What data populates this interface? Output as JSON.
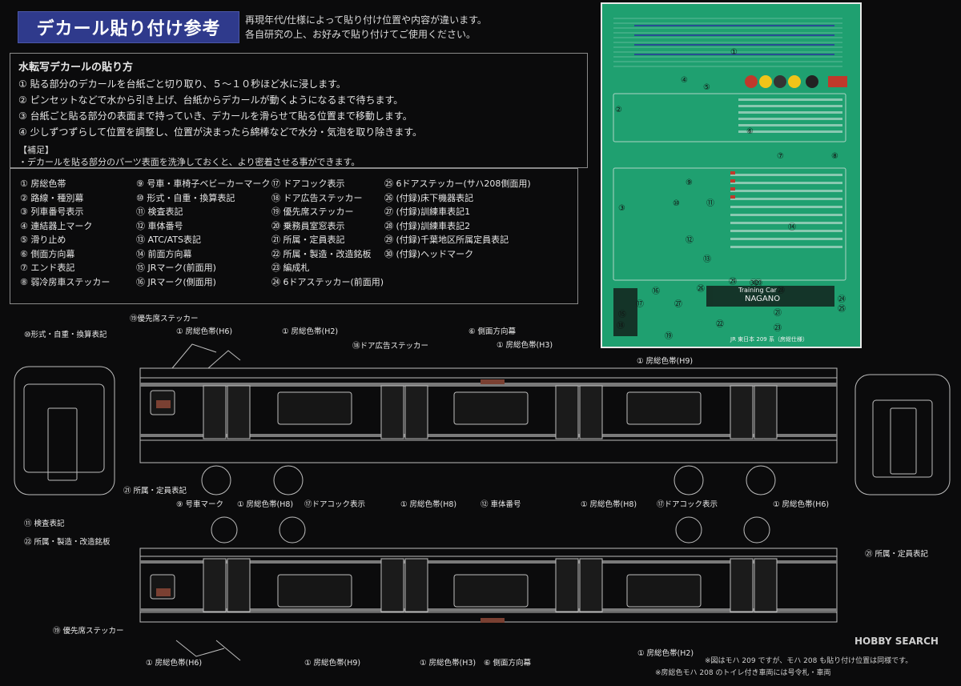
{
  "header": {
    "title": "デカール貼り付け参考",
    "intro_lines": [
      "再現年代/仕様によって貼り付け位置や内容が違います。",
      "各自研究の上、お好みで貼り付けてご使用ください。"
    ]
  },
  "method": {
    "title": "水転写デカールの貼り方",
    "steps": [
      "① 貼る部分のデカールを台紙ごと切り取り、５～１０秒ほど水に浸します。",
      "② ピンセットなどで水から引き上げ、台紙からデカールが動くようになるまで待ちます。",
      "③ 台紙ごと貼る部分の表面まで持っていき、デカールを滑らせて貼る位置まで移動します。",
      "④ 少しずつずらして位置を調整し、位置が決まったら綿棒などで水分・気泡を取り除きます。"
    ],
    "note_heading": "【補足】",
    "note_text": "・デカールを貼る部分のパーツ表面を洗浄しておくと、より密着させる事ができます。"
  },
  "legend": {
    "col1": [
      "① 房総色帯",
      "② 路線・種別幕",
      "③ 列車番号表示",
      "④ 連結器上マーク",
      "⑤ 滑り止め",
      "⑥ 側面方向幕",
      "⑦ エンド表記",
      "⑧ 弱冷房車ステッカー"
    ],
    "col2": [
      "⑨ 号車・車椅子ベビーカーマーク",
      "⑩ 形式・自重・換算表記",
      "⑪ 検査表記",
      "⑫ 車体番号",
      "⑬ ATC/ATS表記",
      "⑭ 前面方向幕",
      "⑮ JRマーク(前面用)",
      "⑯ JRマーク(側面用)"
    ],
    "col3": [
      "⑰ ドアコック表示",
      "⑱ ドア広告ステッカー",
      "⑲ 優先席ステッカー",
      "⑳ 乗務員室窓表示",
      "㉑ 所属・定員表記",
      "㉒ 所属・製造・改造銘板",
      "㉓ 編成札",
      "㉔ 6ドアステッカー(前面用)"
    ],
    "col4": [
      "㉕ 6ドアステッカー(サハ208側面用)",
      "㉖ (付録)床下機器表記",
      "㉗ (付録)訓練車表記1",
      "㉘ (付録)訓練車表記2",
      "㉙ (付録)千葉地区所属定員表記",
      "㉚ (付録)ヘッドマーク"
    ]
  },
  "sheet": {
    "numbers": [
      "①",
      "②",
      "③",
      "④",
      "⑤",
      "⑥",
      "⑦",
      "⑧",
      "⑨",
      "⑩",
      "⑪",
      "⑫",
      "⑬",
      "⑭",
      "⑮",
      "⑯",
      "⑰",
      "⑱",
      "⑲",
      "⑳",
      "㉑",
      "㉒",
      "㉓",
      "㉔",
      "㉕",
      "㉖",
      "㉗",
      "㉘",
      "㉙",
      "㉚"
    ],
    "bottom_text": "JR 東日本 209 系（房総仕様）",
    "nagano_text": "NAGANO",
    "training_text": "Training Car"
  },
  "drawing": {
    "callouts": [
      "⑩形式・自重・換算表記",
      "⑲優先席ステッカー",
      "① 房総色帯(H6)",
      "① 房総色帯(H2)",
      "⑥ 側面方向幕",
      "⑱ドア広告ステッカー",
      "① 房総色帯(H3)",
      "① 房総色帯(H9)",
      "㉑ 所属・定員表記",
      "⑨ 号車マーク",
      "① 房総色帯(H8)",
      "⑰ドアコック表示",
      "① 房総色帯(H8)",
      "⑫ 車体番号",
      "① 房総色帯(H8)",
      "⑰ドアコック表示",
      "① 房総色帯(H6)",
      "⑪ 検査表記",
      "㉒ 所属・製造・改造銘板",
      "㉑ 所属・定員表記",
      "⑲ 優先席ステッカー",
      "① 房総色帯(H2)",
      "① 房総色帯(H6)",
      "① 房総色帯(H9)",
      "① 房総色帯(H3)",
      "⑥ 側面方向幕"
    ],
    "footnotes": [
      "※図はモハ 209 ですが、モハ 208 も貼り付け位置は同様です。",
      "※房総色モハ 208 のトイレ付き車両には号令札・車両"
    ]
  },
  "watermark": "HOBBY SEARCH",
  "colors": {
    "title_bg": "#2f3a8c",
    "sheet_green": "#1fa070",
    "band": "#7a7a7a"
  }
}
